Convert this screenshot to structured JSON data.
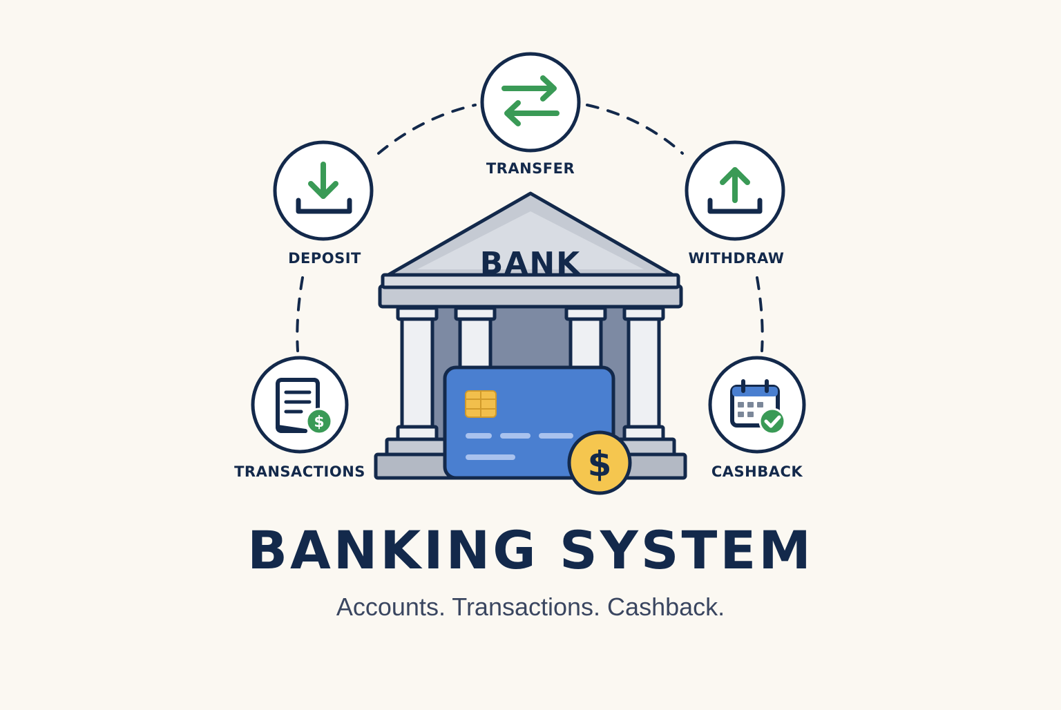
{
  "colors": {
    "navy": "#13294b",
    "green": "#3a9a56",
    "card_blue": "#4a7fd0",
    "coin_gold": "#f5c64f",
    "building_gray": "#c5cad3",
    "background": "#fbf8f2"
  },
  "center": {
    "sign": "BANK",
    "icons": [
      "bank-building-icon",
      "credit-card-icon",
      "dollar-coin-icon"
    ]
  },
  "nodes": {
    "transfer": {
      "label": "TRANSFER",
      "icon": "exchange-arrows-icon"
    },
    "deposit": {
      "label": "DEPOSIT",
      "icon": "download-tray-icon"
    },
    "withdraw": {
      "label": "WITHDRAW",
      "icon": "upload-tray-icon"
    },
    "transactions": {
      "label": "TRANSACTIONS",
      "icon": "document-dollar-icon"
    },
    "cashback": {
      "label": "CASHBACK",
      "icon": "calendar-check-icon"
    }
  },
  "title": "BANKING SYSTEM",
  "subtitle": "Accounts. Transactions. Cashback."
}
